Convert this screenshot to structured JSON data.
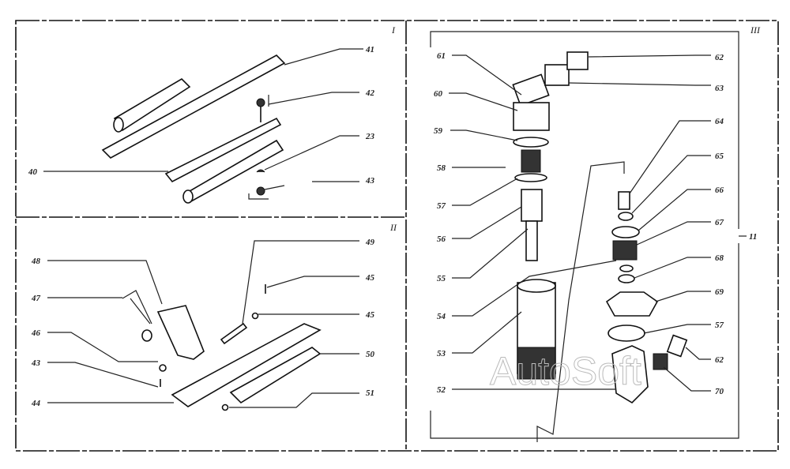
{
  "panels": {
    "p1": "I",
    "p2": "II",
    "p3": "III"
  },
  "watermark": "AutoSoft",
  "panel1_labels": {
    "l41": "41",
    "l42": "42",
    "l23": "23",
    "l43": "43",
    "l40": "40"
  },
  "panel2_labels": {
    "l49": "49",
    "l48": "48",
    "l45a": "45",
    "l47": "47",
    "l45b": "45",
    "l46": "46",
    "l43": "43",
    "l50": "50",
    "l51": "51",
    "l44": "44"
  },
  "panel3_labels": {
    "l61": "61",
    "l62a": "62",
    "l60": "60",
    "l63": "63",
    "l59": "59",
    "l64": "64",
    "l58": "58",
    "l65": "65",
    "l57a": "57",
    "l66": "66",
    "l56": "56",
    "l67": "67",
    "l55": "55",
    "l68": "68",
    "l54": "54",
    "l69": "69",
    "l53": "53",
    "l57b": "57",
    "l52": "52",
    "l62b": "62",
    "l70": "70",
    "l11": "11"
  }
}
